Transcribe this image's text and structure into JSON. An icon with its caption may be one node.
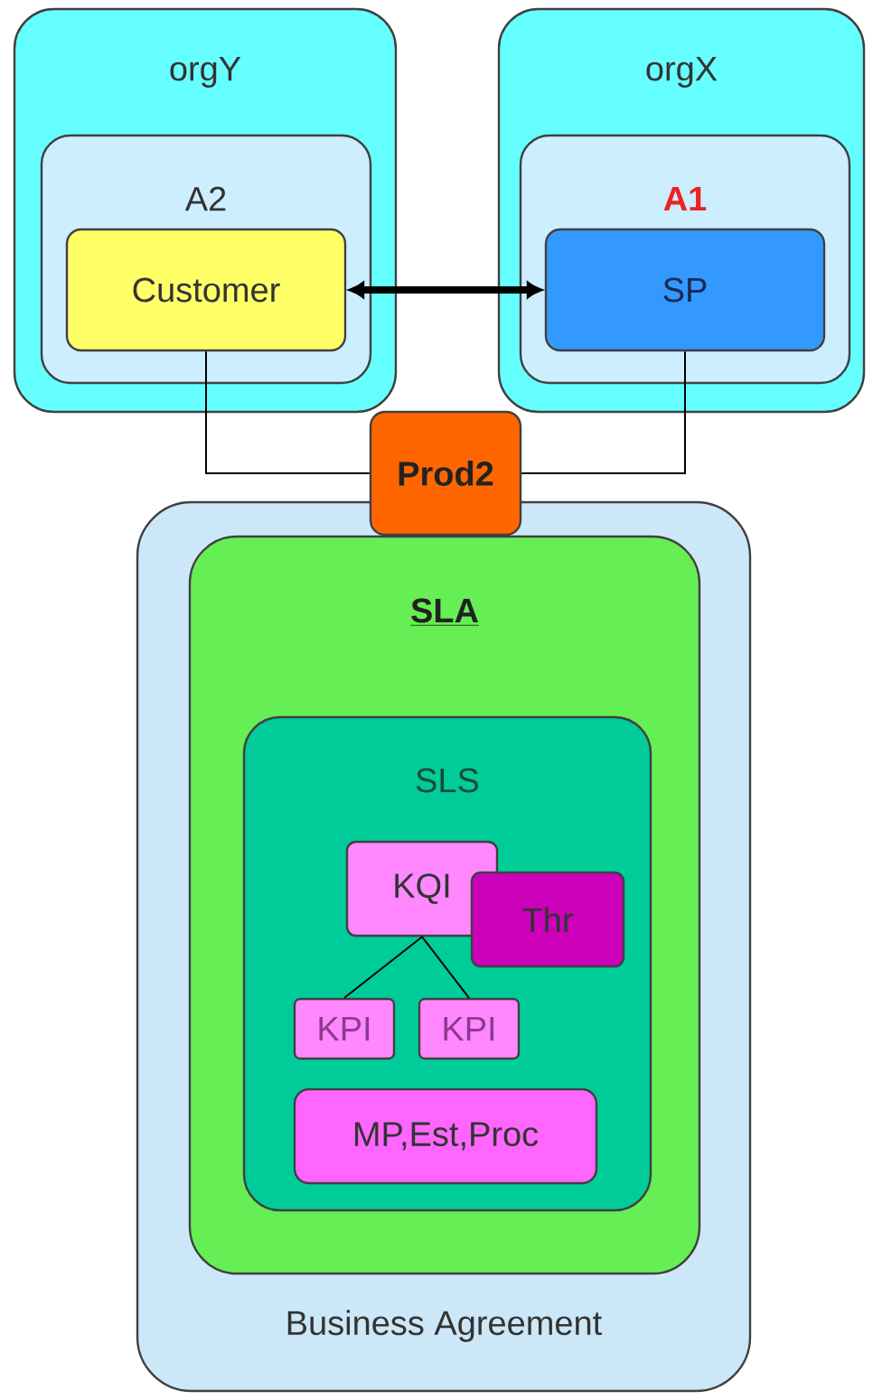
{
  "diagram": {
    "nodes": [
      {
        "text": [
          "orgY"
        ]
      },
      {
        "text": [
          "A2"
        ],
        "in": 0
      },
      {
        "text": [
          "Customer"
        ],
        "in": 1
      },
      {
        "text": [
          "orgX"
        ]
      },
      {
        "text": [
          "A1"
        ],
        "in": 3
      },
      {
        "text": [
          "SP"
        ],
        "in": 4
      },
      {
        "text": [
          "Prod2"
        ]
      },
      {
        "text": [
          "Business Agreement"
        ]
      },
      {
        "text": [
          "SLA"
        ],
        "in": 7
      },
      {
        "text": [
          "SLS"
        ],
        "in": 8
      },
      {
        "text": [
          "KQI"
        ],
        "in": 9
      },
      {
        "text": [
          "Thr"
        ],
        "in": 9
      },
      {
        "text": [
          "KPI"
        ],
        "in": 9
      },
      {
        "text": [
          "KPI"
        ],
        "in": 9
      },
      {
        "text": [
          "MP,Est,Proc"
        ],
        "in": 9
      }
    ],
    "edges": [
      {
        "from": 2,
        "to": 5,
        "arrow": "both",
        "style": "thick"
      },
      {
        "from": 2,
        "to": 6,
        "arrow": "none"
      },
      {
        "from": 5,
        "to": 6,
        "arrow": "none"
      },
      {
        "from": 10,
        "to": 12,
        "arrow": "none"
      },
      {
        "from": 10,
        "to": 13,
        "arrow": "none"
      }
    ]
  }
}
